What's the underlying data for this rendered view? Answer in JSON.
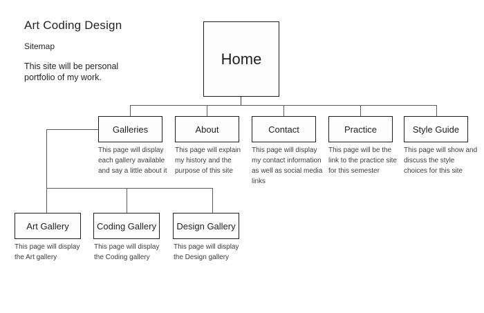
{
  "header": {
    "title": "Art Coding Design",
    "subtitle": "Sitemap",
    "intro": "This site will be personal portfolio of my work."
  },
  "diagram": {
    "type": "sitemap-tree",
    "root": {
      "label": "Home"
    },
    "level2": [
      {
        "label": "Galleries",
        "description": "This page will display each gallery available and say a little about it"
      },
      {
        "label": "About",
        "description": "This page will explain my history and the purpose of this site"
      },
      {
        "label": "Contact",
        "description": "This page will display my contact information as well as social media links"
      },
      {
        "label": "Practice",
        "description": "This page will be the link to the practice site for this semester"
      },
      {
        "label": "Style Guide",
        "description": "This page will show and discuss the style choices for this site"
      }
    ],
    "level3": [
      {
        "label": "Art Gallery",
        "description": "This page will display the Art gallery"
      },
      {
        "label": "Coding Gallery",
        "description": "This page will display the Coding gallery"
      },
      {
        "label": "Design Gallery",
        "description": "This page will display the Design gallery"
      }
    ],
    "colors": {
      "page_background": "#ffffff",
      "node_fill": "#fdfdfd",
      "node_border": "#1c1c1c",
      "connector": "#595959",
      "title_text": "#231f20",
      "description_text": "#3c3c3c"
    }
  }
}
